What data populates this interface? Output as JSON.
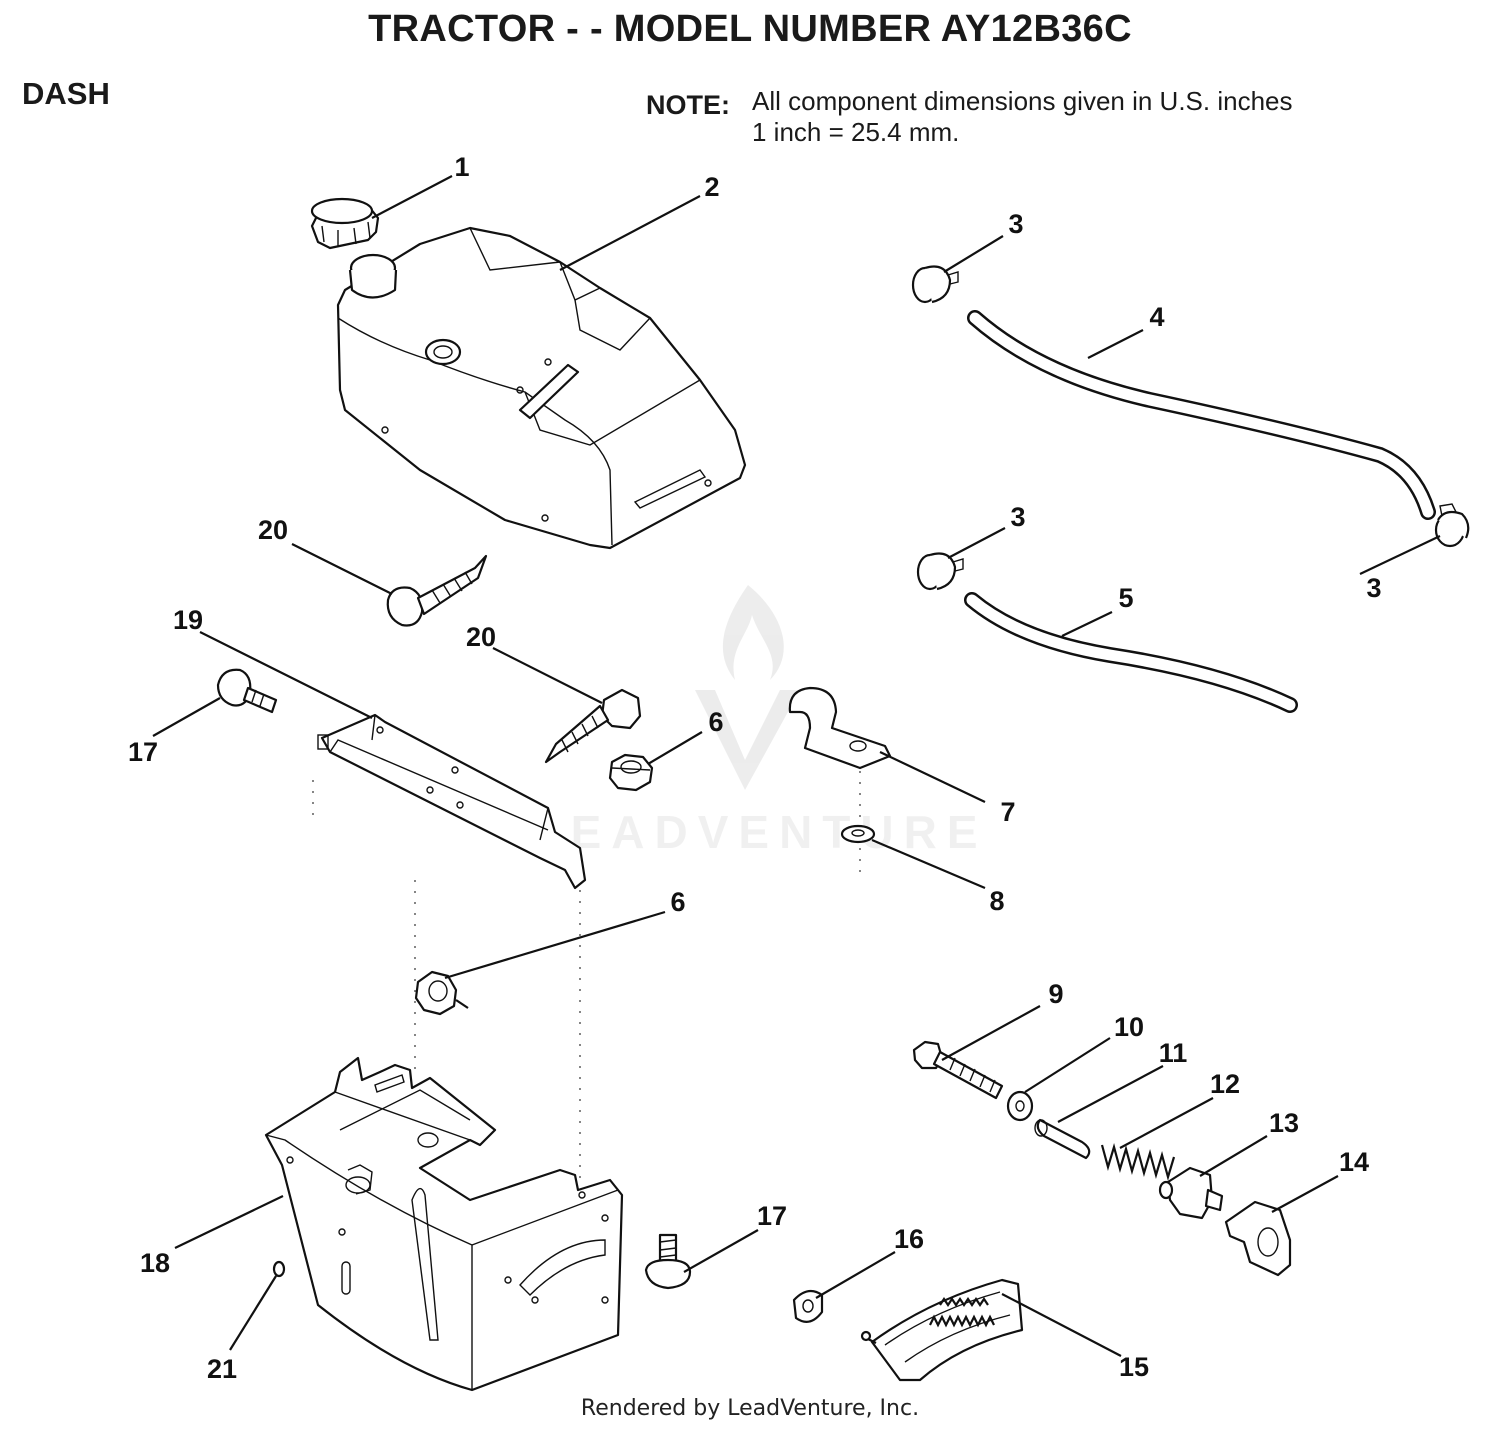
{
  "header": {
    "title": "TRACTOR - - MODEL NUMBER AY12B36C",
    "section": "DASH",
    "note_label": "NOTE:",
    "note_line1": "All component dimensions given in U.S. inches",
    "note_line2": "1 inch = 25.4 mm."
  },
  "callouts": {
    "c1": "1",
    "c2": "2",
    "c3a": "3",
    "c3b": "3",
    "c3c": "3",
    "c4": "4",
    "c5": "5",
    "c6a": "6",
    "c6b": "6",
    "c7": "7",
    "c8": "8",
    "c9": "9",
    "c10": "10",
    "c11": "11",
    "c12": "12",
    "c13": "13",
    "c14": "14",
    "c15": "15",
    "c16": "16",
    "c17a": "17",
    "c17b": "17",
    "c18": "18",
    "c19": "19",
    "c20a": "20",
    "c20b": "20",
    "c21": "21"
  },
  "watermark": "LEADVENTURE",
  "footer": "Rendered by LeadVenture, Inc.",
  "icons": {
    "watermark_logo": "flame-v-logo-icon"
  }
}
